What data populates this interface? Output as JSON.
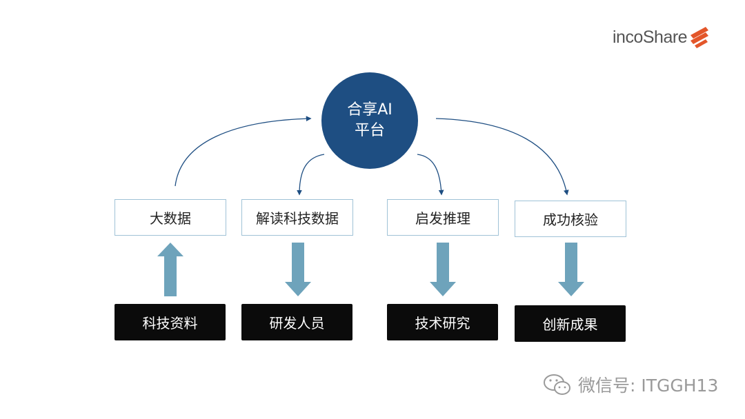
{
  "logo": {
    "text": "incoShare"
  },
  "hub": {
    "line1": "合享AI",
    "line2": "平台"
  },
  "steps": [
    {
      "label": "大数据"
    },
    {
      "label": "解读科技数据"
    },
    {
      "label": "启发推理"
    },
    {
      "label": "成功核验"
    }
  ],
  "bases": [
    {
      "label": "科技资料"
    },
    {
      "label": "研发人员"
    },
    {
      "label": "技术研究"
    },
    {
      "label": "创新成果"
    }
  ],
  "watermark": {
    "text": "微信号: ITGGH13"
  },
  "colors": {
    "hub": "#1e4e82",
    "arrow_fill": "#6ea3bb",
    "box_border": "#9fc2d6",
    "dark_box": "#0b0b0b",
    "logo_accent": "#e3562a"
  }
}
